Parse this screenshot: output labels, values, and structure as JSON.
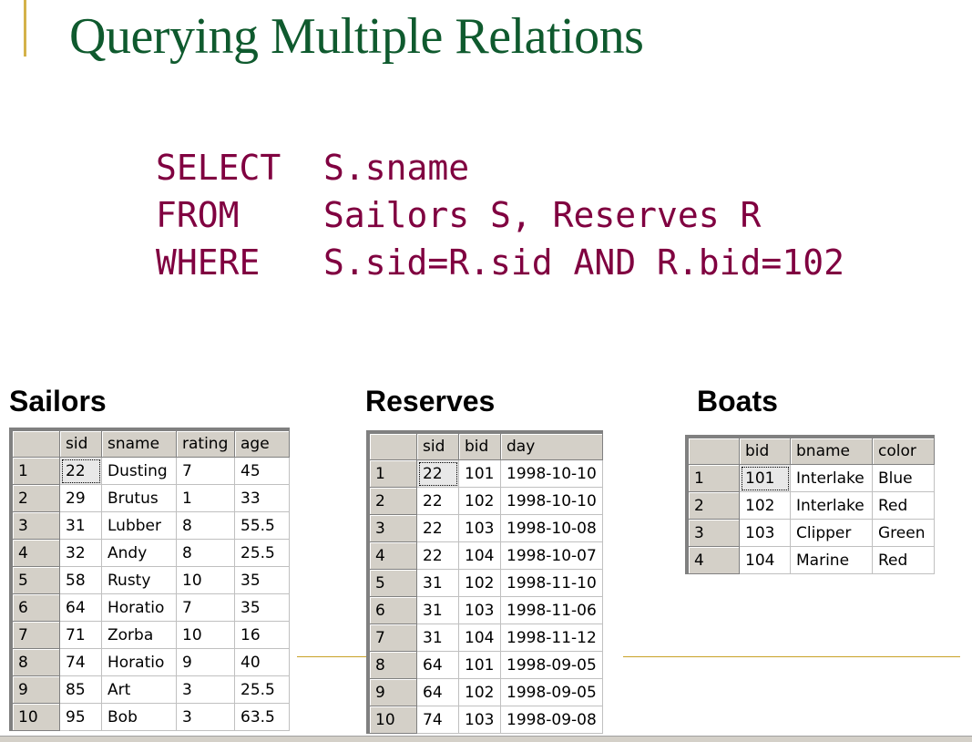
{
  "slide": {
    "title": "Querying Multiple Relations"
  },
  "query": {
    "lines": [
      {
        "keyword": "SELECT",
        "text": "S.sname"
      },
      {
        "keyword": "FROM",
        "text": "Sailors S, Reserves R"
      },
      {
        "keyword": "WHERE",
        "text": "S.sid=R.sid AND R.bid=102"
      }
    ]
  },
  "colors": {
    "title": "#0f5a2e",
    "sql": "#800040",
    "accent": "#c9a227",
    "grid_header": "#d4d0c8"
  },
  "sailors": {
    "label": "Sailors",
    "columns": [
      "",
      "sid",
      "sname",
      "rating",
      "age"
    ],
    "rows": [
      [
        "1",
        "22",
        "Dusting",
        "7",
        "45"
      ],
      [
        "2",
        "29",
        "Brutus",
        "1",
        "33"
      ],
      [
        "3",
        "31",
        "Lubber",
        "8",
        "55.5"
      ],
      [
        "4",
        "32",
        "Andy",
        "8",
        "25.5"
      ],
      [
        "5",
        "58",
        "Rusty",
        "10",
        "35"
      ],
      [
        "6",
        "64",
        "Horatio",
        "7",
        "35"
      ],
      [
        "7",
        "71",
        "Zorba",
        "10",
        "16"
      ],
      [
        "8",
        "74",
        "Horatio",
        "9",
        "40"
      ],
      [
        "9",
        "85",
        "Art",
        "3",
        "25.5"
      ],
      [
        "10",
        "95",
        "Bob",
        "3",
        "63.5"
      ]
    ]
  },
  "reserves": {
    "label": "Reserves",
    "columns": [
      "",
      "sid",
      "bid",
      "day"
    ],
    "rows": [
      [
        "1",
        "22",
        "101",
        "1998-10-10"
      ],
      [
        "2",
        "22",
        "102",
        "1998-10-10"
      ],
      [
        "3",
        "22",
        "103",
        "1998-10-08"
      ],
      [
        "4",
        "22",
        "104",
        "1998-10-07"
      ],
      [
        "5",
        "31",
        "102",
        "1998-11-10"
      ],
      [
        "6",
        "31",
        "103",
        "1998-11-06"
      ],
      [
        "7",
        "31",
        "104",
        "1998-11-12"
      ],
      [
        "8",
        "64",
        "101",
        "1998-09-05"
      ],
      [
        "9",
        "64",
        "102",
        "1998-09-05"
      ],
      [
        "10",
        "74",
        "103",
        "1998-09-08"
      ]
    ]
  },
  "boats": {
    "label": "Boats",
    "columns": [
      "",
      "bid",
      "bname",
      "color"
    ],
    "rows": [
      [
        "1",
        "101",
        "Interlake",
        "Blue"
      ],
      [
        "2",
        "102",
        "Interlake",
        "Red"
      ],
      [
        "3",
        "103",
        "Clipper",
        "Green"
      ],
      [
        "4",
        "104",
        "Marine",
        "Red"
      ]
    ]
  }
}
